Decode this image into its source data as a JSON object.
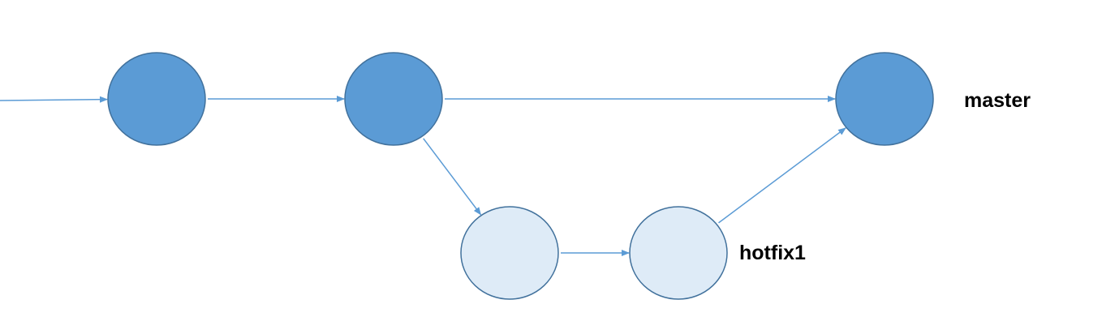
{
  "branches": {
    "master": {
      "label": "master"
    },
    "hotfix": {
      "label": "hotfix1"
    }
  },
  "colors": {
    "master_node_fill": "#5b9bd5",
    "hotfix_node_fill": "#deebf7",
    "node_stroke": "#41719c",
    "edge": "#5b9bd5",
    "label_text": "#000000"
  },
  "nodes": [
    {
      "id": "c1",
      "branch": "master"
    },
    {
      "id": "c2",
      "branch": "master"
    },
    {
      "id": "h1",
      "branch": "hotfix"
    },
    {
      "id": "h2",
      "branch": "hotfix"
    },
    {
      "id": "m1",
      "branch": "master"
    }
  ],
  "edges": [
    {
      "from": "start",
      "to": "c1"
    },
    {
      "from": "c1",
      "to": "c2"
    },
    {
      "from": "c2",
      "to": "m1"
    },
    {
      "from": "c2",
      "to": "h1"
    },
    {
      "from": "h1",
      "to": "h2"
    },
    {
      "from": "h2",
      "to": "m1"
    }
  ]
}
